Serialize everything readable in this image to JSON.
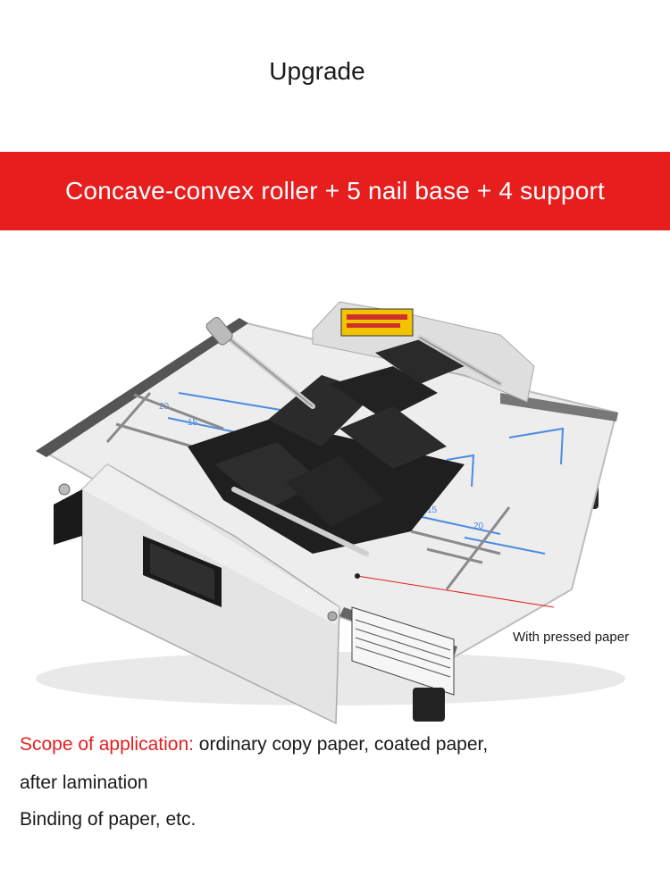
{
  "header": {
    "title": "Upgrade"
  },
  "banner": {
    "text": "Concave-convex roller + 5 nail base + 4 support",
    "color": "#e61e1e"
  },
  "product_image": {
    "subject": "paper folding and stapling machine",
    "callout": "With pressed paper",
    "ruler_labels": [
      "20",
      "15",
      "15",
      "20"
    ]
  },
  "description": {
    "scope_label": "Scope of application:",
    "scope_text": " ordinary copy paper, coated paper,",
    "line2": "after lamination",
    "line3": "Binding of paper, etc."
  }
}
